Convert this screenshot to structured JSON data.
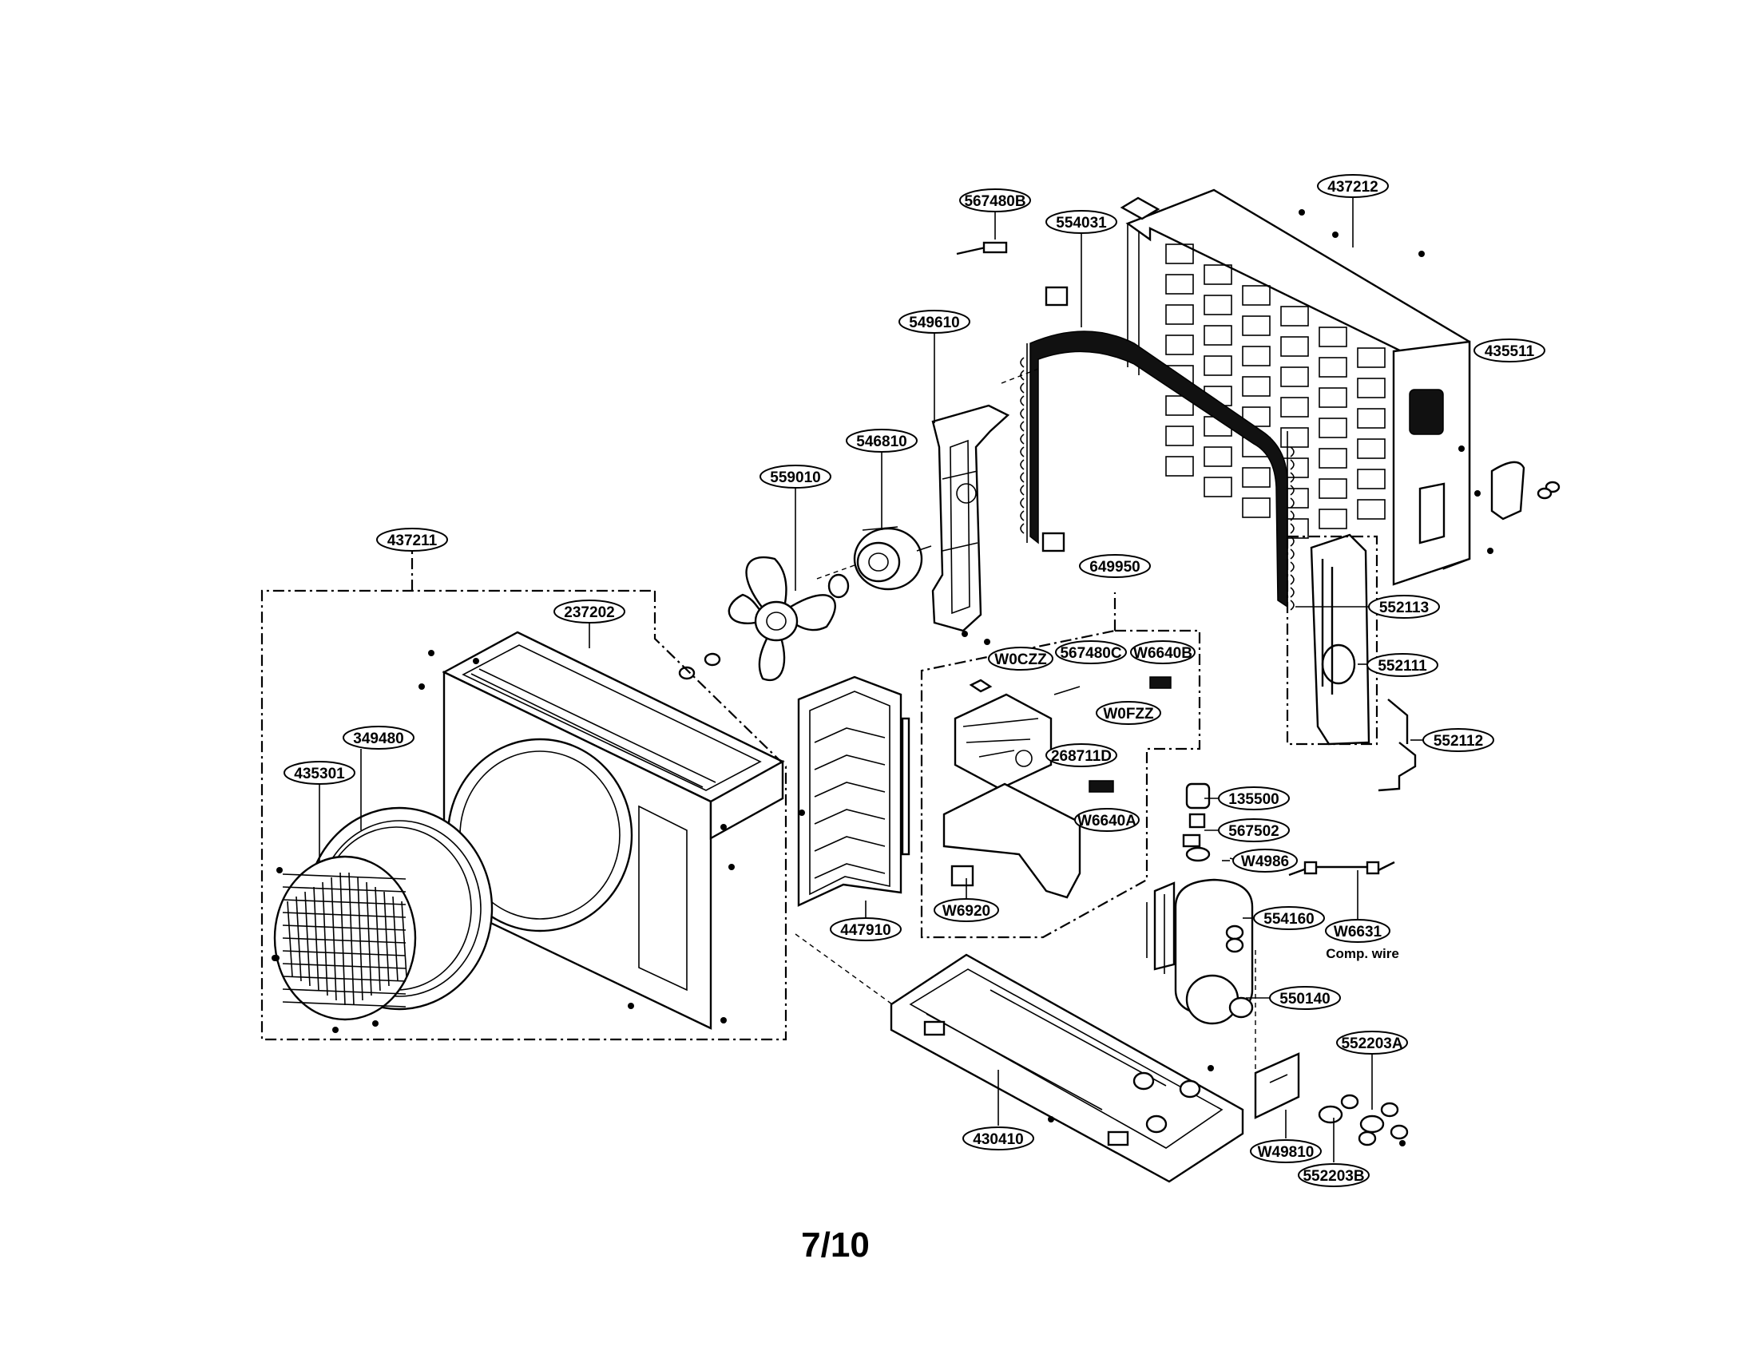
{
  "part_labels": {
    "p567480B": "567480B",
    "p554031": "554031",
    "p437212": "437212",
    "p549610": "549610",
    "p435511": "435511",
    "p546810": "546810",
    "p559010": "559010",
    "p437211": "437211",
    "p649950": "649950",
    "p237202": "237202",
    "p552113": "552113",
    "pW0CZZ": "W0CZZ",
    "p567480C": "567480C",
    "pW6640B": "W6640B",
    "p552111": "552111",
    "pW0FZZ": "W0FZZ",
    "p349480": "349480",
    "p435301": "435301",
    "p552112": "552112",
    "p268711D": "268711D",
    "pW6640A": "W6640A",
    "p135500": "135500",
    "p567502": "567502",
    "pW4986": "W4986",
    "pW6920": "W6920",
    "p447910": "447910",
    "p554160": "554160",
    "pW6631": "W6631",
    "p550140": "550140",
    "p552203A": "552203A",
    "p430410": "430410",
    "pW49810": "W49810",
    "p552203B": "552203B"
  },
  "comp_wire_note": "Comp. wire",
  "page_number": "7/10"
}
